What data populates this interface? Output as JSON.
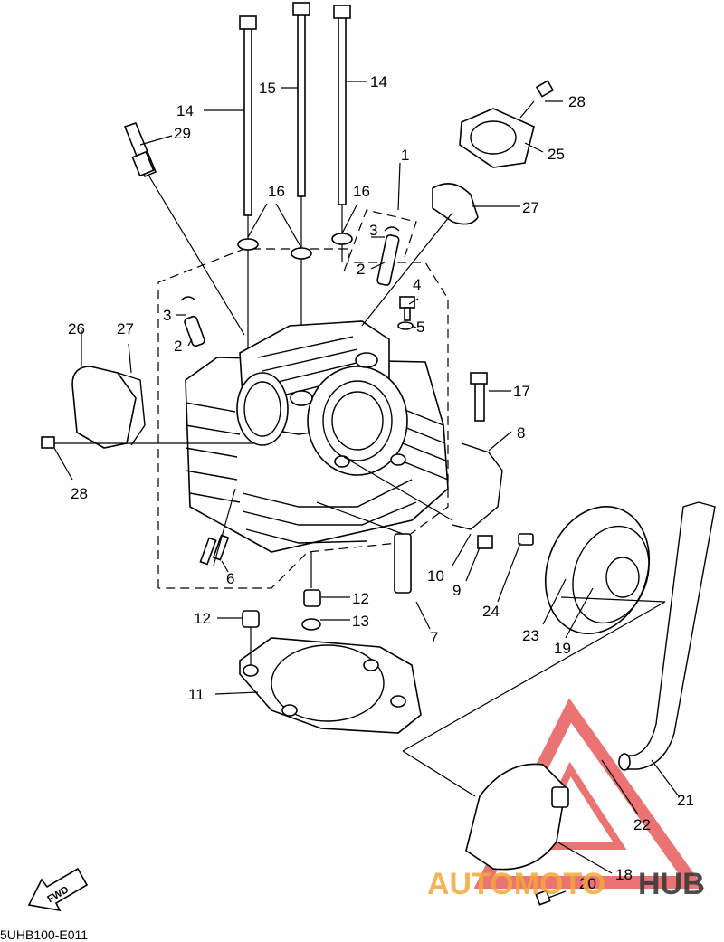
{
  "diagram_code": "5UHB100-E011",
  "fwd_label": "FWD",
  "watermark": {
    "part1": "AUTOMOTO",
    "part2": "HUB",
    "color_primary": "#e85a5a",
    "color_orange": "#f2a93b",
    "color_dark": "#3a3a3a"
  },
  "callouts": [
    {
      "id": "c1",
      "label": "1"
    },
    {
      "id": "c2a",
      "label": "2"
    },
    {
      "id": "c2b",
      "label": "2"
    },
    {
      "id": "c3a",
      "label": "3"
    },
    {
      "id": "c3b",
      "label": "3"
    },
    {
      "id": "c4",
      "label": "4"
    },
    {
      "id": "c5",
      "label": "5"
    },
    {
      "id": "c6",
      "label": "6"
    },
    {
      "id": "c7",
      "label": "7"
    },
    {
      "id": "c8",
      "label": "8"
    },
    {
      "id": "c9",
      "label": "9"
    },
    {
      "id": "c10",
      "label": "10"
    },
    {
      "id": "c11",
      "label": "11"
    },
    {
      "id": "c12a",
      "label": "12"
    },
    {
      "id": "c12b",
      "label": "12"
    },
    {
      "id": "c13",
      "label": "13"
    },
    {
      "id": "c14a",
      "label": "14"
    },
    {
      "id": "c14b",
      "label": "14"
    },
    {
      "id": "c15",
      "label": "15"
    },
    {
      "id": "c16a",
      "label": "16"
    },
    {
      "id": "c16b",
      "label": "16"
    },
    {
      "id": "c17",
      "label": "17"
    },
    {
      "id": "c18",
      "label": "18"
    },
    {
      "id": "c19",
      "label": "19"
    },
    {
      "id": "c20",
      "label": "20"
    },
    {
      "id": "c21",
      "label": "21"
    },
    {
      "id": "c22",
      "label": "22"
    },
    {
      "id": "c23",
      "label": "23"
    },
    {
      "id": "c24",
      "label": "24"
    },
    {
      "id": "c25",
      "label": "25"
    },
    {
      "id": "c26",
      "label": "26"
    },
    {
      "id": "c27a",
      "label": "27"
    },
    {
      "id": "c27b",
      "label": "27"
    },
    {
      "id": "c28a",
      "label": "28"
    },
    {
      "id": "c28b",
      "label": "28"
    },
    {
      "id": "c29",
      "label": "29"
    }
  ]
}
